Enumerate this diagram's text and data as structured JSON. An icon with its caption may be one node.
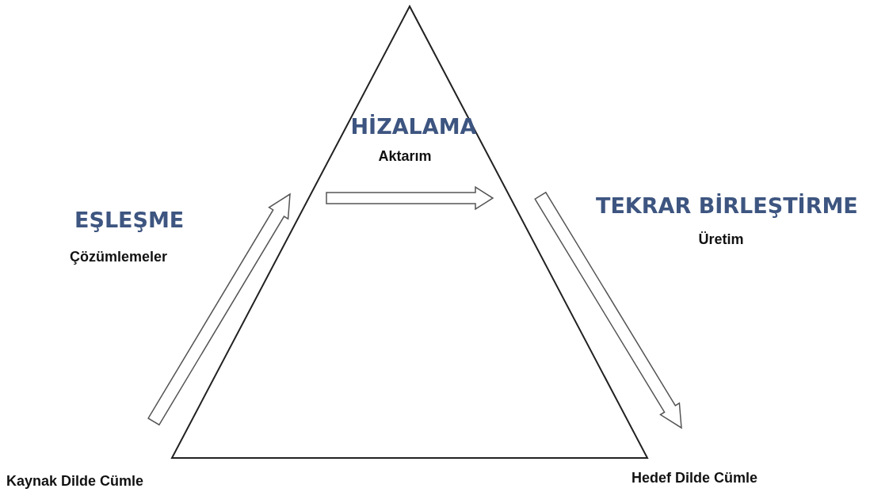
{
  "diagram": {
    "labels": [
      "HİZALAMA",
      "Aktarım",
      "EŞLEŞME",
      "TEKRAR BİRLEŞTİRME",
      "Çözümlemeler",
      "Üretim",
      "Kaynak Dilde Cümle",
      "Hedef Dilde Cümle"
    ]
  }
}
